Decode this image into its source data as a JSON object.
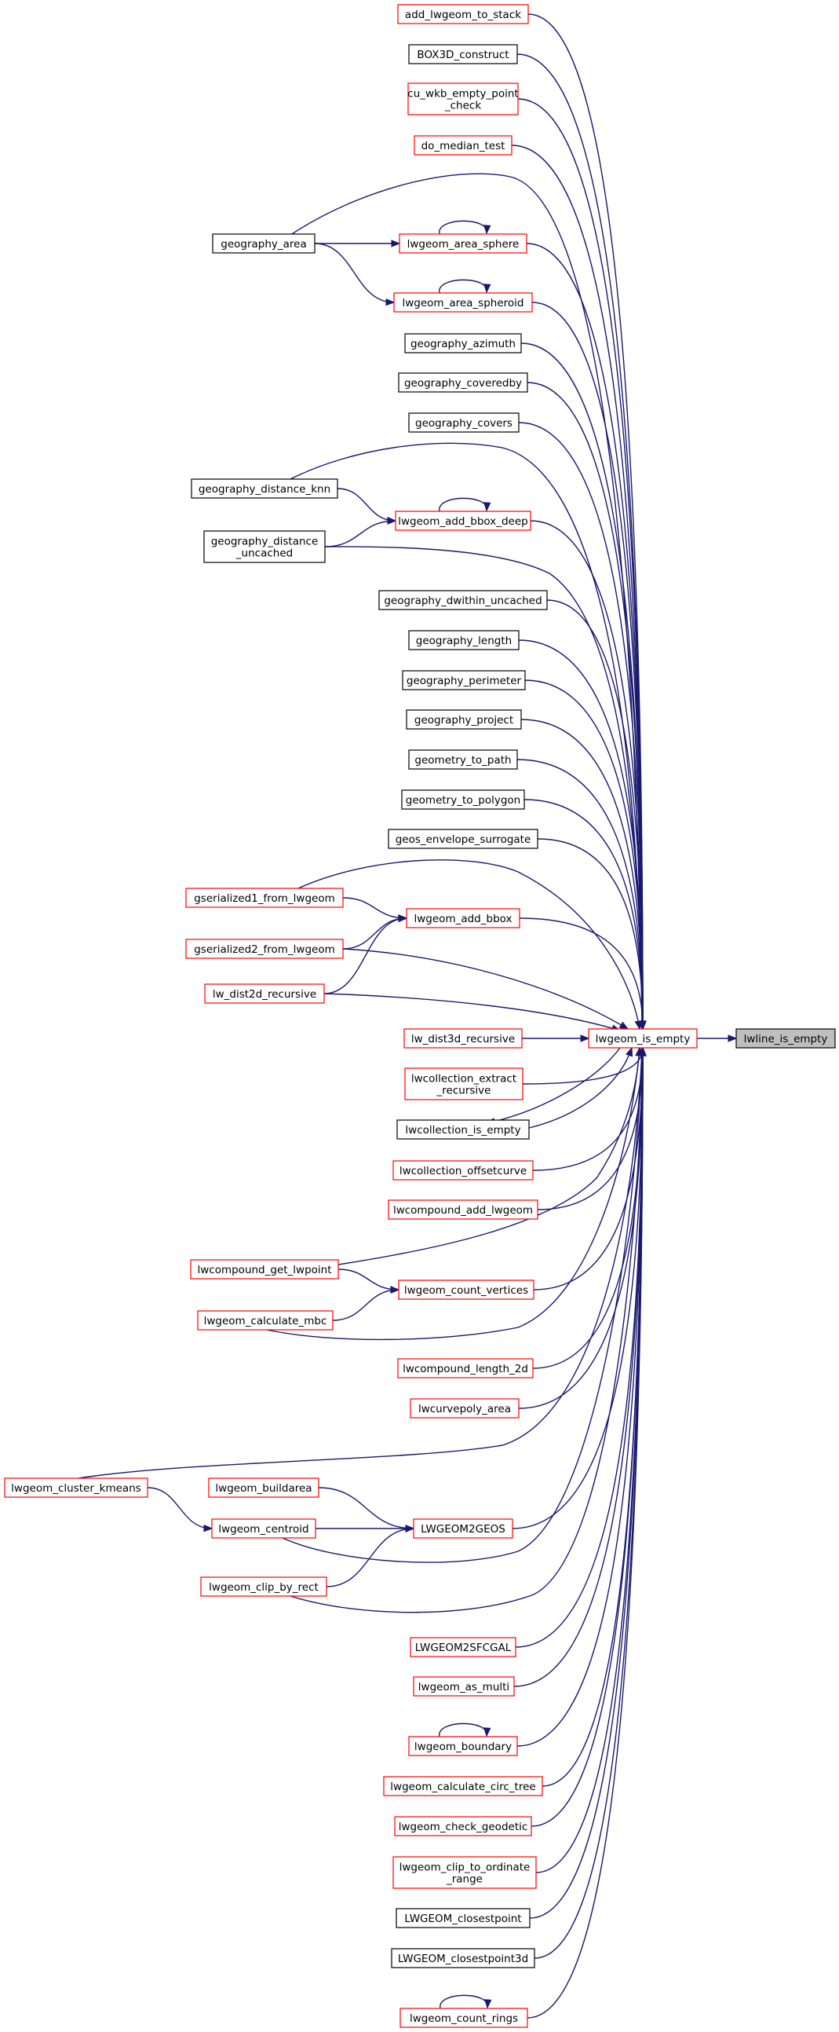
{
  "diagram": {
    "nodes": [
      {
        "id": "add_lwgeom_to_stack",
        "lines": [
          "add_lwgeom_to_stack"
        ],
        "style": "red"
      },
      {
        "id": "BOX3D_construct",
        "lines": [
          "BOX3D_construct"
        ],
        "style": "black"
      },
      {
        "id": "cu_wkb_empty_point_check",
        "lines": [
          "cu_wkb_empty_point",
          "_check"
        ],
        "style": "red"
      },
      {
        "id": "do_median_test",
        "lines": [
          "do_median_test"
        ],
        "style": "red"
      },
      {
        "id": "geography_area",
        "lines": [
          "geography_area"
        ],
        "style": "black"
      },
      {
        "id": "lwgeom_area_sphere",
        "lines": [
          "lwgeom_area_sphere"
        ],
        "style": "red"
      },
      {
        "id": "lwgeom_area_spheroid",
        "lines": [
          "lwgeom_area_spheroid"
        ],
        "style": "red"
      },
      {
        "id": "geography_azimuth",
        "lines": [
          "geography_azimuth"
        ],
        "style": "black"
      },
      {
        "id": "geography_coveredby",
        "lines": [
          "geography_coveredby"
        ],
        "style": "black"
      },
      {
        "id": "geography_covers",
        "lines": [
          "geography_covers"
        ],
        "style": "black"
      },
      {
        "id": "geography_distance_knn",
        "lines": [
          "geography_distance_knn"
        ],
        "style": "black"
      },
      {
        "id": "lwgeom_add_bbox_deep",
        "lines": [
          "lwgeom_add_bbox_deep"
        ],
        "style": "red"
      },
      {
        "id": "geography_distance_uncached",
        "lines": [
          "geography_distance",
          "_uncached"
        ],
        "style": "black"
      },
      {
        "id": "geography_dwithin_uncached",
        "lines": [
          "geography_dwithin_uncached"
        ],
        "style": "black"
      },
      {
        "id": "geography_length",
        "lines": [
          "geography_length"
        ],
        "style": "black"
      },
      {
        "id": "geography_perimeter",
        "lines": [
          "geography_perimeter"
        ],
        "style": "black"
      },
      {
        "id": "geography_project",
        "lines": [
          "geography_project"
        ],
        "style": "black"
      },
      {
        "id": "geometry_to_path",
        "lines": [
          "geometry_to_path"
        ],
        "style": "black"
      },
      {
        "id": "geometry_to_polygon",
        "lines": [
          "geometry_to_polygon"
        ],
        "style": "black"
      },
      {
        "id": "geos_envelope_surrogate",
        "lines": [
          "geos_envelope_surrogate"
        ],
        "style": "black"
      },
      {
        "id": "gserialized1_from_lwgeom",
        "lines": [
          "gserialized1_from_lwgeom"
        ],
        "style": "red"
      },
      {
        "id": "lwgeom_add_bbox",
        "lines": [
          "lwgeom_add_bbox"
        ],
        "style": "red"
      },
      {
        "id": "gserialized2_from_lwgeom",
        "lines": [
          "gserialized2_from_lwgeom"
        ],
        "style": "red"
      },
      {
        "id": "lw_dist2d_recursive",
        "lines": [
          "lw_dist2d_recursive"
        ],
        "style": "red"
      },
      {
        "id": "lw_dist3d_recursive",
        "lines": [
          "lw_dist3d_recursive"
        ],
        "style": "red"
      },
      {
        "id": "lwgeom_is_empty",
        "lines": [
          "lwgeom_is_empty"
        ],
        "style": "red"
      },
      {
        "id": "lwline_is_empty",
        "lines": [
          "lwline_is_empty"
        ],
        "style": "focus"
      },
      {
        "id": "lwcollection_extract_recursive",
        "lines": [
          "lwcollection_extract",
          "_recursive"
        ],
        "style": "red"
      },
      {
        "id": "lwcollection_is_empty",
        "lines": [
          "lwcollection_is_empty"
        ],
        "style": "black"
      },
      {
        "id": "lwcollection_offsetcurve",
        "lines": [
          "lwcollection_offsetcurve"
        ],
        "style": "red"
      },
      {
        "id": "lwcompound_add_lwgeom",
        "lines": [
          "lwcompound_add_lwgeom"
        ],
        "style": "red"
      },
      {
        "id": "lwcompound_get_lwpoint",
        "lines": [
          "lwcompound_get_lwpoint"
        ],
        "style": "red"
      },
      {
        "id": "lwgeom_count_vertices",
        "lines": [
          "lwgeom_count_vertices"
        ],
        "style": "red"
      },
      {
        "id": "lwgeom_calculate_mbc",
        "lines": [
          "lwgeom_calculate_mbc"
        ],
        "style": "red"
      },
      {
        "id": "lwcompound_length_2d",
        "lines": [
          "lwcompound_length_2d"
        ],
        "style": "red"
      },
      {
        "id": "lwcurvepoly_area",
        "lines": [
          "lwcurvepoly_area"
        ],
        "style": "red"
      },
      {
        "id": "lwgeom_cluster_kmeans",
        "lines": [
          "lwgeom_cluster_kmeans"
        ],
        "style": "red"
      },
      {
        "id": "lwgeom_buildarea",
        "lines": [
          "lwgeom_buildarea"
        ],
        "style": "red"
      },
      {
        "id": "lwgeom_centroid",
        "lines": [
          "lwgeom_centroid"
        ],
        "style": "red"
      },
      {
        "id": "LWGEOM2GEOS",
        "lines": [
          "LWGEOM2GEOS"
        ],
        "style": "red"
      },
      {
        "id": "lwgeom_clip_by_rect",
        "lines": [
          "lwgeom_clip_by_rect"
        ],
        "style": "red"
      },
      {
        "id": "LWGEOM2SFCGAL",
        "lines": [
          "LWGEOM2SFCGAL"
        ],
        "style": "red"
      },
      {
        "id": "lwgeom_as_multi",
        "lines": [
          "lwgeom_as_multi"
        ],
        "style": "red"
      },
      {
        "id": "lwgeom_boundary",
        "lines": [
          "lwgeom_boundary"
        ],
        "style": "red"
      },
      {
        "id": "lwgeom_calculate_circ_tree",
        "lines": [
          "lwgeom_calculate_circ_tree"
        ],
        "style": "red"
      },
      {
        "id": "lwgeom_check_geodetic",
        "lines": [
          "lwgeom_check_geodetic"
        ],
        "style": "red"
      },
      {
        "id": "lwgeom_clip_to_ordinate_range",
        "lines": [
          "lwgeom_clip_to_ordinate",
          "_range"
        ],
        "style": "red"
      },
      {
        "id": "LWGEOM_closestpoint",
        "lines": [
          "LWGEOM_closestpoint"
        ],
        "style": "black"
      },
      {
        "id": "LWGEOM_closestpoint3d",
        "lines": [
          "LWGEOM_closestpoint3d"
        ],
        "style": "black"
      },
      {
        "id": "lwgeom_count_rings",
        "lines": [
          "lwgeom_count_rings"
        ],
        "style": "red"
      }
    ],
    "edges": [
      [
        "add_lwgeom_to_stack",
        "lwgeom_is_empty"
      ],
      [
        "BOX3D_construct",
        "lwgeom_is_empty"
      ],
      [
        "cu_wkb_empty_point_check",
        "lwgeom_is_empty"
      ],
      [
        "do_median_test",
        "lwgeom_is_empty"
      ],
      [
        "geography_area",
        "lwgeom_area_sphere"
      ],
      [
        "geography_area",
        "lwgeom_area_spheroid"
      ],
      [
        "geography_area",
        "lwgeom_is_empty"
      ],
      [
        "lwgeom_area_sphere",
        "lwgeom_area_sphere"
      ],
      [
        "lwgeom_area_sphere",
        "lwgeom_is_empty"
      ],
      [
        "lwgeom_area_spheroid",
        "lwgeom_area_spheroid"
      ],
      [
        "lwgeom_area_spheroid",
        "lwgeom_is_empty"
      ],
      [
        "geography_azimuth",
        "lwgeom_is_empty"
      ],
      [
        "geography_coveredby",
        "lwgeom_is_empty"
      ],
      [
        "geography_covers",
        "lwgeom_is_empty"
      ],
      [
        "geography_distance_knn",
        "lwgeom_add_bbox_deep"
      ],
      [
        "geography_distance_knn",
        "lwgeom_is_empty"
      ],
      [
        "geography_distance_uncached",
        "lwgeom_add_bbox_deep"
      ],
      [
        "geography_distance_uncached",
        "lwgeom_is_empty"
      ],
      [
        "lwgeom_add_bbox_deep",
        "lwgeom_add_bbox_deep"
      ],
      [
        "lwgeom_add_bbox_deep",
        "lwgeom_is_empty"
      ],
      [
        "geography_dwithin_uncached",
        "lwgeom_is_empty"
      ],
      [
        "geography_length",
        "lwgeom_is_empty"
      ],
      [
        "geography_perimeter",
        "lwgeom_is_empty"
      ],
      [
        "geography_project",
        "lwgeom_is_empty"
      ],
      [
        "geometry_to_path",
        "lwgeom_is_empty"
      ],
      [
        "geometry_to_polygon",
        "lwgeom_is_empty"
      ],
      [
        "geos_envelope_surrogate",
        "lwgeom_is_empty"
      ],
      [
        "gserialized1_from_lwgeom",
        "lwgeom_add_bbox"
      ],
      [
        "gserialized1_from_lwgeom",
        "lwgeom_is_empty"
      ],
      [
        "gserialized2_from_lwgeom",
        "lwgeom_add_bbox"
      ],
      [
        "gserialized2_from_lwgeom",
        "lwgeom_is_empty"
      ],
      [
        "lw_dist2d_recursive",
        "lwgeom_add_bbox"
      ],
      [
        "lw_dist2d_recursive",
        "lwgeom_is_empty"
      ],
      [
        "lwgeom_add_bbox",
        "lwgeom_is_empty"
      ],
      [
        "lw_dist3d_recursive",
        "lwgeom_is_empty"
      ],
      [
        "lwgeom_is_empty",
        "lwline_is_empty"
      ],
      [
        "lwcollection_extract_recursive",
        "lwgeom_is_empty"
      ],
      [
        "lwgeom_is_empty",
        "lwcollection_is_empty"
      ],
      [
        "lwcollection_is_empty",
        "lwgeom_is_empty"
      ],
      [
        "lwcollection_offsetcurve",
        "lwgeom_is_empty"
      ],
      [
        "lwcompound_add_lwgeom",
        "lwgeom_is_empty"
      ],
      [
        "lwcompound_get_lwpoint",
        "lwgeom_count_vertices"
      ],
      [
        "lwcompound_get_lwpoint",
        "lwgeom_is_empty"
      ],
      [
        "lwgeom_calculate_mbc",
        "lwgeom_count_vertices"
      ],
      [
        "lwgeom_calculate_mbc",
        "lwgeom_is_empty"
      ],
      [
        "lwgeom_count_vertices",
        "lwgeom_is_empty"
      ],
      [
        "lwcompound_length_2d",
        "lwgeom_is_empty"
      ],
      [
        "lwcurvepoly_area",
        "lwgeom_is_empty"
      ],
      [
        "lwgeom_cluster_kmeans",
        "lwgeom_centroid"
      ],
      [
        "lwgeom_cluster_kmeans",
        "lwgeom_is_empty"
      ],
      [
        "lwgeom_buildarea",
        "LWGEOM2GEOS"
      ],
      [
        "lwgeom_centroid",
        "LWGEOM2GEOS"
      ],
      [
        "lwgeom_centroid",
        "lwgeom_is_empty"
      ],
      [
        "lwgeom_clip_by_rect",
        "LWGEOM2GEOS"
      ],
      [
        "lwgeom_clip_by_rect",
        "lwgeom_is_empty"
      ],
      [
        "LWGEOM2GEOS",
        "lwgeom_is_empty"
      ],
      [
        "LWGEOM2SFCGAL",
        "lwgeom_is_empty"
      ],
      [
        "lwgeom_as_multi",
        "lwgeom_is_empty"
      ],
      [
        "lwgeom_boundary",
        "lwgeom_boundary"
      ],
      [
        "lwgeom_boundary",
        "lwgeom_is_empty"
      ],
      [
        "lwgeom_calculate_circ_tree",
        "lwgeom_is_empty"
      ],
      [
        "lwgeom_check_geodetic",
        "lwgeom_is_empty"
      ],
      [
        "lwgeom_clip_to_ordinate_range",
        "lwgeom_is_empty"
      ],
      [
        "LWGEOM_closestpoint",
        "lwgeom_is_empty"
      ],
      [
        "LWGEOM_closestpoint3d",
        "lwgeom_is_empty"
      ],
      [
        "lwgeom_count_rings",
        "lwgeom_count_rings"
      ],
      [
        "lwgeom_count_rings",
        "lwgeom_is_empty"
      ]
    ],
    "colors": {
      "edge": "#191970",
      "border_red": "#ff0000",
      "border_black": "#000000",
      "focus_fill": "#bfbfbf",
      "node_fill": "#ffffff"
    }
  }
}
